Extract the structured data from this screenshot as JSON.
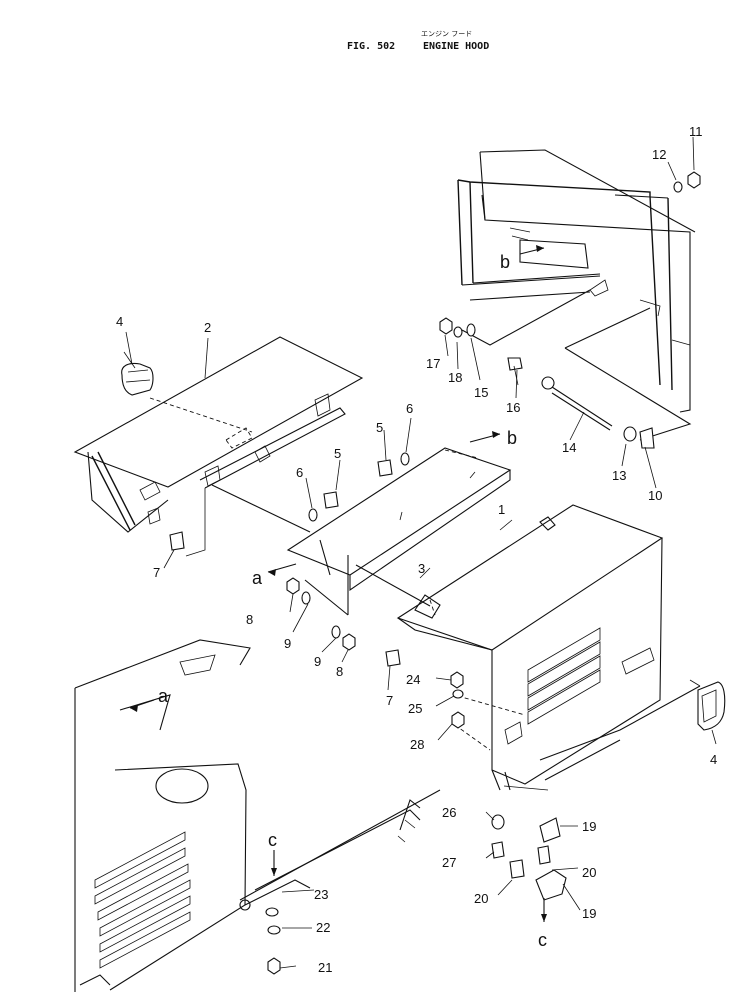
{
  "header": {
    "katakana": "エンジン フード",
    "fig_label": "FIG. 502",
    "title": "ENGINE HOOD"
  },
  "part_numbers": {
    "p1": "1",
    "p2": "2",
    "p3": "3",
    "p4a": "4",
    "p4b": "4",
    "p5a": "5",
    "p5b": "5",
    "p6a": "6",
    "p6b": "6",
    "p7a": "7",
    "p7b": "7",
    "p8a": "8",
    "p8b": "8",
    "p9a": "9",
    "p9b": "9",
    "p10": "10",
    "p11": "11",
    "p12": "12",
    "p13": "13",
    "p14": "14",
    "p15": "15",
    "p16": "16",
    "p17": "17",
    "p18": "18",
    "p19a": "19",
    "p19b": "19",
    "p20a": "20",
    "p20b": "20",
    "p21": "21",
    "p22": "22",
    "p23": "23",
    "p24": "24",
    "p25": "25",
    "p26": "26",
    "p27": "27",
    "p28": "28"
  },
  "reference_marks": {
    "a1": "a",
    "a2": "a",
    "b1": "b",
    "b2": "b",
    "c1": "c",
    "c2": "c"
  }
}
